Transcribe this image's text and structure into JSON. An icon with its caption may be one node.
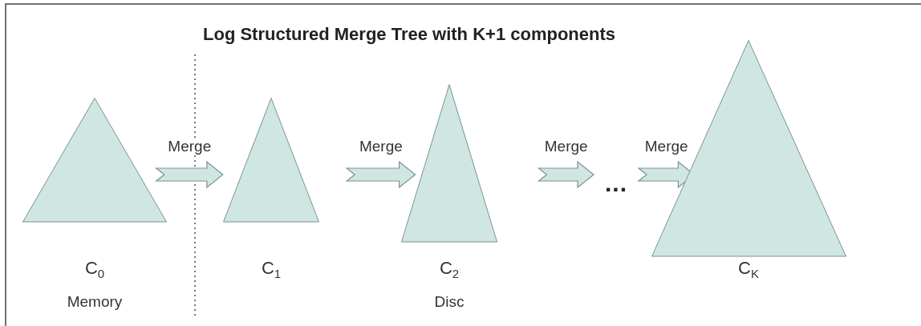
{
  "diagram": {
    "title": "Log Structured Merge Tree with K+1 components",
    "nodes": [
      {
        "text": [
          "C$_{0}$"
        ]
      },
      {
        "text": [
          "C$_{1}$"
        ]
      },
      {
        "text": [
          "C$_{2}$"
        ]
      },
      {
        "text": [
          "..."
        ]
      },
      {
        "text": [
          "C$_{K}$"
        ]
      }
    ],
    "edges": [
      {
        "from": 0,
        "to": 1,
        "arrow": "to",
        "label": "Merge"
      },
      {
        "from": 1,
        "to": 2,
        "arrow": "to",
        "label": "Merge"
      },
      {
        "from": 2,
        "to": 3,
        "arrow": "to",
        "label": "Merge"
      },
      {
        "from": 3,
        "to": 4,
        "arrow": "to",
        "label": "Merge"
      }
    ],
    "labels": [
      "Memory",
      "Disc"
    ]
  }
}
